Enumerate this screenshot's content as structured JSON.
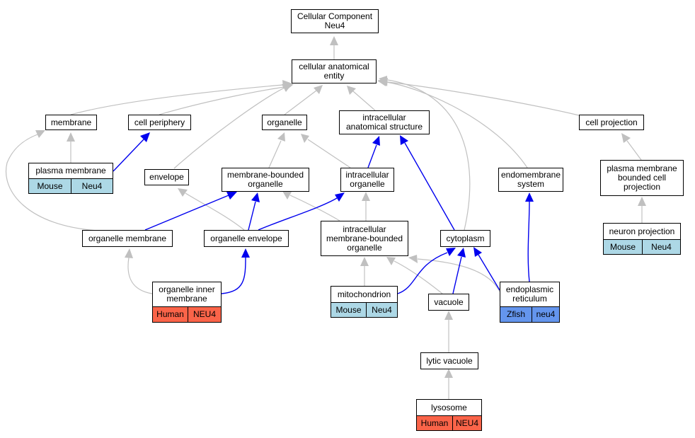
{
  "colors": {
    "edge_gray": "#c0c0c0",
    "edge_blue": "#0000ee",
    "mouse": "#add8e6",
    "human": "#fa6449",
    "zfish": "#6495ed"
  },
  "nodes": {
    "root": "Cellular Component\nNeu4",
    "cae": "cellular anatomical\nentity",
    "membrane": "membrane",
    "cell_periphery": "cell periphery",
    "organelle": "organelle",
    "ias": "intracellular\nanatomical structure",
    "cell_projection": "cell projection",
    "plasma_membrane": "plasma membrane",
    "envelope": "envelope",
    "mbo": "membrane-bounded\norganelle",
    "io": "intracellular\norganelle",
    "endomembrane": "endomembrane\nsystem",
    "pmbcp": "plasma membrane\nbounded cell\nprojection",
    "organelle_membrane": "organelle membrane",
    "organelle_envelope": "organelle envelope",
    "imbo": "intracellular\nmembrane-bounded\norganelle",
    "cytoplasm": "cytoplasm",
    "neuron_projection": "neuron projection",
    "oim": "organelle inner\nmembrane",
    "mitochondrion": "mitochondrion",
    "vacuole": "vacuole",
    "er": "endoplasmic\nreticulum",
    "lytic_vacuole": "lytic vacuole",
    "lysosome": "lysosome"
  },
  "species": {
    "plasma_membrane": [
      "Mouse",
      "Neu4"
    ],
    "neuron_projection": [
      "Mouse",
      "Neu4"
    ],
    "oim": [
      "Human",
      "NEU4"
    ],
    "mitochondrion": [
      "Mouse",
      "Neu4"
    ],
    "er": [
      "Zfish",
      "neu4"
    ],
    "lysosome": [
      "Human",
      "NEU4"
    ]
  }
}
